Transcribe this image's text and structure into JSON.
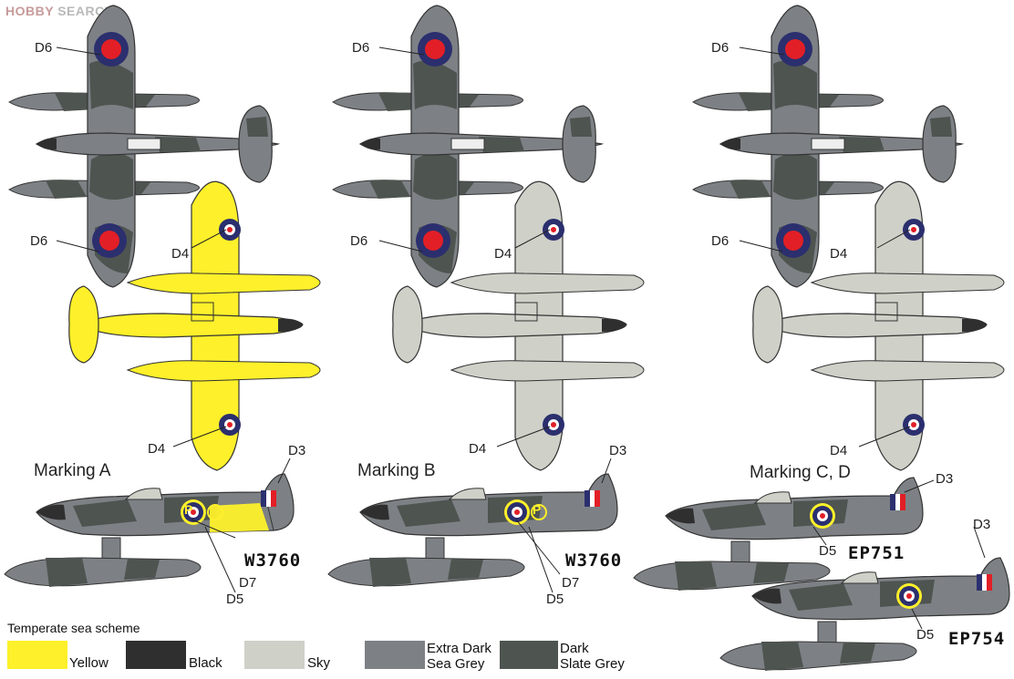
{
  "watermark": {
    "brand": "HOBBY",
    "rest": " SEARCH"
  },
  "colors": {
    "yellow": "#fef02a",
    "black": "#2f2f2f",
    "sky": "#cfd0c8",
    "extra_dark_sea_grey": "#7d8185",
    "dark_slate_grey": "#4e5450",
    "roundel_blue": "#2b2f6e",
    "roundel_red": "#e21f26"
  },
  "markings": [
    {
      "title": "Marking A",
      "serial": "W3760",
      "code": "P",
      "callouts": [
        "D3",
        "D4",
        "D4",
        "D5",
        "D6",
        "D6",
        "D7"
      ]
    },
    {
      "title": "Marking B",
      "serial": "W3760",
      "code": "P",
      "callouts": [
        "D3",
        "D4",
        "D4",
        "D5",
        "D6",
        "D6",
        "D7"
      ]
    },
    {
      "title": "Marking C, D",
      "serial_c": "EP751",
      "serial_d": "EP754",
      "callouts": [
        "D3",
        "D3",
        "D4",
        "D4",
        "D5",
        "D5",
        "D6",
        "D6"
      ]
    }
  ],
  "legend": {
    "title": "Temperate sea scheme",
    "items": [
      {
        "label1": "Yellow",
        "label2": "",
        "color": "#fef02a"
      },
      {
        "label1": "Black",
        "label2": "",
        "color": "#2f2f2f"
      },
      {
        "label1": "Sky",
        "label2": "",
        "color": "#cfd0c8"
      },
      {
        "label1": "Extra Dark",
        "label2": "Sea Grey",
        "color": "#7d8185"
      },
      {
        "label1": "Dark",
        "label2": "Slate Grey",
        "color": "#4e5450"
      }
    ]
  }
}
